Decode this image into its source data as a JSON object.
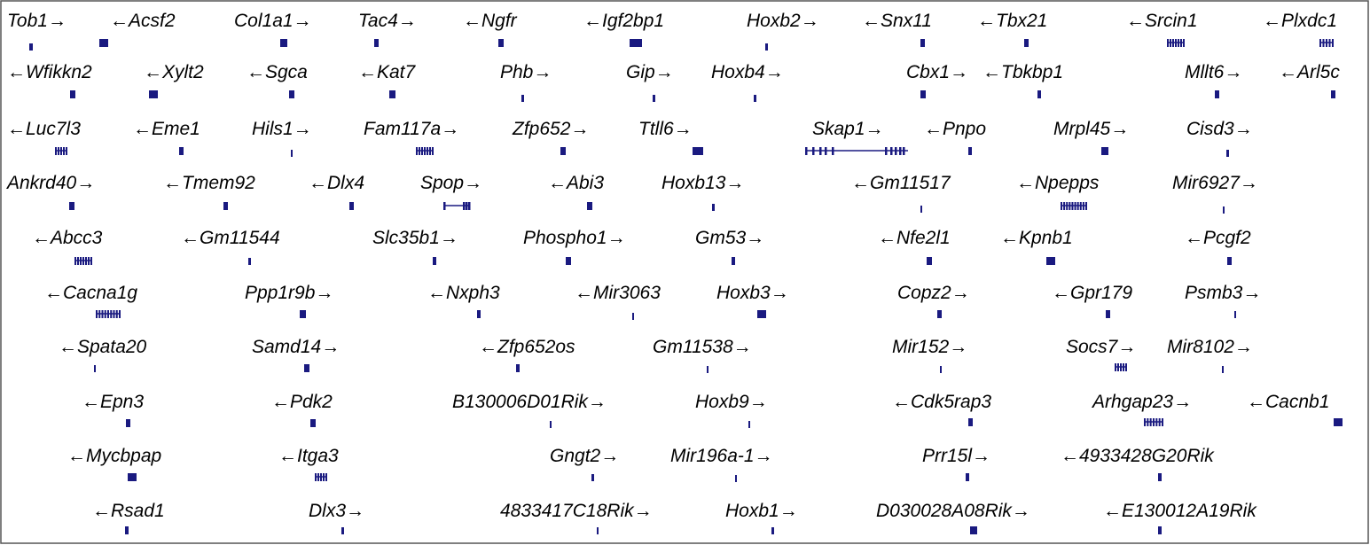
{
  "colors": {
    "gene_model": "#1a1a80",
    "label": "#000000",
    "frame": "#555555",
    "background": "#ffffff"
  },
  "chart_data": {
    "type": "gene_track",
    "genes": [
      {
        "name": "Tob1",
        "strand": "+"
      },
      {
        "name": "Acsf2",
        "strand": "-"
      },
      {
        "name": "Col1a1",
        "strand": "+"
      },
      {
        "name": "Tac4",
        "strand": "+"
      },
      {
        "name": "Ngfr",
        "strand": "-"
      },
      {
        "name": "Igf2bp1",
        "strand": "-"
      },
      {
        "name": "Hoxb2",
        "strand": "+"
      },
      {
        "name": "Snx11",
        "strand": "-"
      },
      {
        "name": "Tbx21",
        "strand": "-"
      },
      {
        "name": "Srcin1",
        "strand": "-"
      },
      {
        "name": "Plxdc1",
        "strand": "-"
      },
      {
        "name": "Wfikkn2",
        "strand": "-"
      },
      {
        "name": "Xylt2",
        "strand": "-"
      },
      {
        "name": "Sgca",
        "strand": "-"
      },
      {
        "name": "Kat7",
        "strand": "-"
      },
      {
        "name": "Phb",
        "strand": "+"
      },
      {
        "name": "Gip",
        "strand": "+"
      },
      {
        "name": "Hoxb4",
        "strand": "+"
      },
      {
        "name": "Cbx1",
        "strand": "+"
      },
      {
        "name": "Tbkbp1",
        "strand": "-"
      },
      {
        "name": "Mllt6",
        "strand": "+"
      },
      {
        "name": "Arl5c",
        "strand": "-"
      },
      {
        "name": "Luc7l3",
        "strand": "-"
      },
      {
        "name": "Eme1",
        "strand": "-"
      },
      {
        "name": "Hils1",
        "strand": "+"
      },
      {
        "name": "Fam117a",
        "strand": "+"
      },
      {
        "name": "Zfp652",
        "strand": "+"
      },
      {
        "name": "Ttll6",
        "strand": "+"
      },
      {
        "name": "Skap1",
        "strand": "+"
      },
      {
        "name": "Pnpo",
        "strand": "-"
      },
      {
        "name": "Mrpl45",
        "strand": "+"
      },
      {
        "name": "Cisd3",
        "strand": "+"
      },
      {
        "name": "Ankrd40",
        "strand": "+"
      },
      {
        "name": "Tmem92",
        "strand": "-"
      },
      {
        "name": "Dlx4",
        "strand": "-"
      },
      {
        "name": "Spop",
        "strand": "+"
      },
      {
        "name": "Abi3",
        "strand": "-"
      },
      {
        "name": "Hoxb13",
        "strand": "+"
      },
      {
        "name": "Gm11517",
        "strand": "-"
      },
      {
        "name": "Npepps",
        "strand": "-"
      },
      {
        "name": "Mir6927",
        "strand": "+"
      },
      {
        "name": "Abcc3",
        "strand": "-"
      },
      {
        "name": "Gm11544",
        "strand": "-"
      },
      {
        "name": "Slc35b1",
        "strand": "+"
      },
      {
        "name": "Phospho1",
        "strand": "+"
      },
      {
        "name": "Gm53",
        "strand": "+"
      },
      {
        "name": "Nfe2l1",
        "strand": "-"
      },
      {
        "name": "Kpnb1",
        "strand": "-"
      },
      {
        "name": "Pcgf2",
        "strand": "-"
      },
      {
        "name": "Cacna1g",
        "strand": "-"
      },
      {
        "name": "Ppp1r9b",
        "strand": "+"
      },
      {
        "name": "Nxph3",
        "strand": "-"
      },
      {
        "name": "Mir3063",
        "strand": "-"
      },
      {
        "name": "Hoxb3",
        "strand": "+"
      },
      {
        "name": "Copz2",
        "strand": "+"
      },
      {
        "name": "Gpr179",
        "strand": "-"
      },
      {
        "name": "Psmb3",
        "strand": "+"
      },
      {
        "name": "Spata20",
        "strand": "-"
      },
      {
        "name": "Samd14",
        "strand": "+"
      },
      {
        "name": "Zfp652os",
        "strand": "-"
      },
      {
        "name": "Gm11538",
        "strand": "+"
      },
      {
        "name": "Mir152",
        "strand": "+"
      },
      {
        "name": "Socs7",
        "strand": "+"
      },
      {
        "name": "Mir8102",
        "strand": "+"
      },
      {
        "name": "Epn3",
        "strand": "-"
      },
      {
        "name": "Pdk2",
        "strand": "-"
      },
      {
        "name": "B130006D01Rik",
        "strand": "+"
      },
      {
        "name": "Hoxb9",
        "strand": "+"
      },
      {
        "name": "Cdk5rap3",
        "strand": "-"
      },
      {
        "name": "Arhgap23",
        "strand": "+"
      },
      {
        "name": "Cacnb1",
        "strand": "-"
      },
      {
        "name": "Mycbpap",
        "strand": "-"
      },
      {
        "name": "Itga3",
        "strand": "-"
      },
      {
        "name": "Gngt2",
        "strand": "+"
      },
      {
        "name": "Mir196a-1",
        "strand": "+"
      },
      {
        "name": "Prr15l",
        "strand": "+"
      },
      {
        "name": "4933428G20Rik",
        "strand": "-"
      },
      {
        "name": "Rsad1",
        "strand": "-"
      },
      {
        "name": "Dlx3",
        "strand": "+"
      },
      {
        "name": "4833417C18Rik",
        "strand": "+"
      },
      {
        "name": "Hoxb1",
        "strand": "+"
      },
      {
        "name": "D030028A08Rik",
        "strand": "+"
      },
      {
        "name": "E130012A19Rik",
        "strand": "-"
      }
    ]
  }
}
